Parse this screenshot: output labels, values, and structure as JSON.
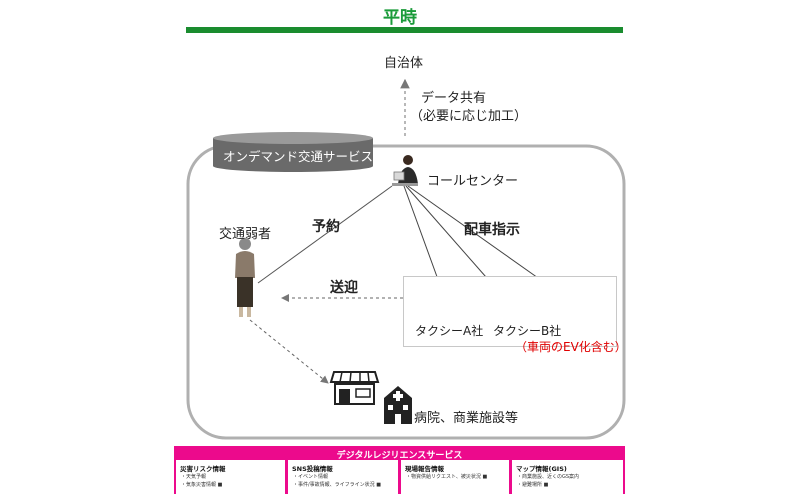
{
  "header": {
    "title": "平時"
  },
  "nodes": {
    "municipality": "自治体",
    "data_share_line1": "データ共有",
    "data_share_line2": "（必要に応じ加工）",
    "service_label": "オンデマンド交通サービス",
    "call_center": "コールセンター",
    "vulnerable": "交通弱者",
    "reservation": "予約",
    "dispatch": "配車指示",
    "pickup": "送迎",
    "taxi_a": "タクシーA社",
    "taxi_b": "タクシーB社",
    "ev_note": "（車両のEV化含む）",
    "destination": "病院、商業施設等"
  },
  "resilience": {
    "title": "デジタルレジリエンスサービス",
    "cards": [
      {
        "title": "災害リスク情報",
        "items": [
          "・天気予報",
          "・気象災害情報 ■"
        ]
      },
      {
        "title": "SNS投稿情報",
        "items": [
          "・イベント情報",
          "・事件/事故情報、ライフライン状況 ■"
        ]
      },
      {
        "title": "現場報告情報",
        "items": [
          "・物資供給リクエスト、被災状況 ■"
        ]
      },
      {
        "title": "マップ情報(GIS)",
        "items": [
          "・商業施設、近くのGS案内",
          "・避難場所 ■"
        ]
      }
    ]
  }
}
